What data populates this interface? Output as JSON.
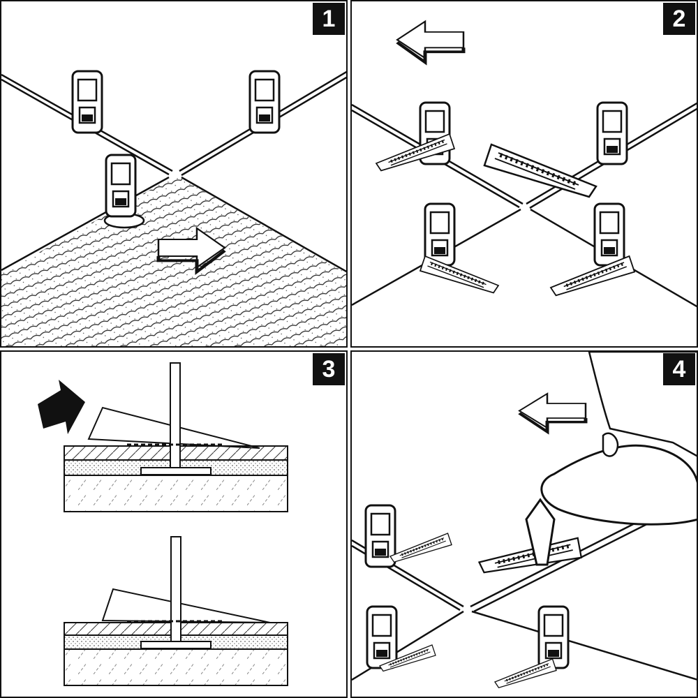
{
  "steps": [
    {
      "number": "1"
    },
    {
      "number": "2"
    },
    {
      "number": "3"
    },
    {
      "number": "4"
    }
  ],
  "colors": {
    "ink": "#111111",
    "paper": "#ffffff"
  }
}
